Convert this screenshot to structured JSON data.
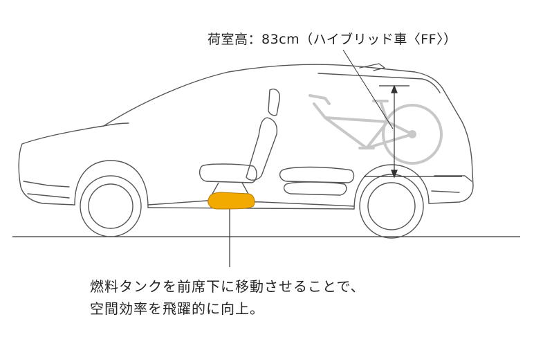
{
  "annotation": {
    "cargo_height_label": "荷室高：83cm（ハイブリッド車〈FF〉）"
  },
  "caption": {
    "line1": "燃料タンクを前席下に移動させることで、",
    "line2": "空間効率を飛躍的に向上。"
  },
  "colors": {
    "car_outline": "#555555",
    "bicycle": "#c8c8c8",
    "fuel_tank": "#f2a900",
    "ground_line": "#333333",
    "text": "#222222"
  },
  "icons": {
    "vehicle": "suv-side-outline",
    "cargo": "bicycle-icon",
    "tank": "fuel-tank-icon"
  }
}
